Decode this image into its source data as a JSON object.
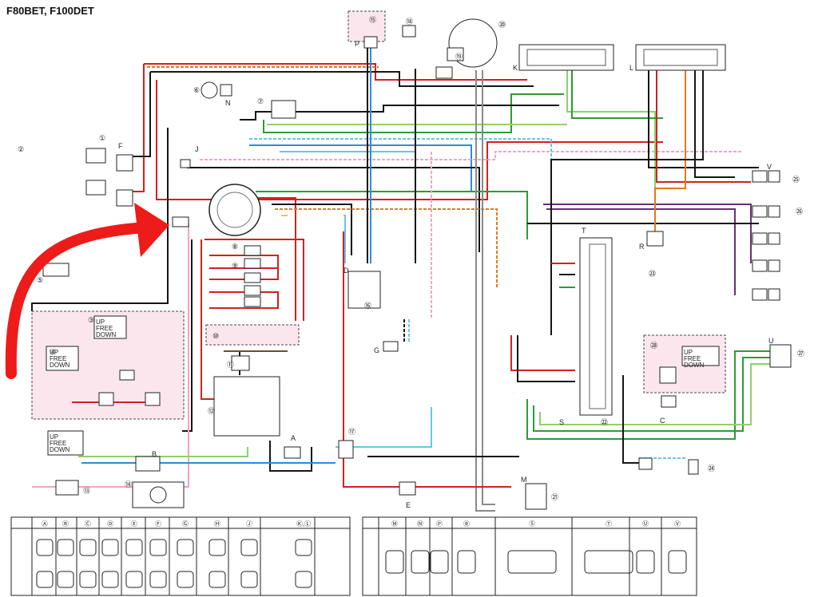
{
  "title": "F80BET, F100DET",
  "colors": {
    "red": "#d42020",
    "orange": "#e07a20",
    "black": "#151515",
    "green": "#2f9a35",
    "lightgreen": "#8fd06a",
    "blue": "#2f8ad8",
    "sky": "#66c6ea",
    "pink": "#f2a3c8",
    "purple": "#6a2f78",
    "brown": "#7b4a20",
    "gray": "#8a8a8a",
    "yellow": "#e8c928",
    "zone": "#fbe6ee",
    "arrow": "#ee1b1b"
  },
  "switch_table_rows": [
    "UP",
    "FREE",
    "DOWN"
  ],
  "connector_table_left": [
    "Ⓐ",
    "Ⓑ",
    "Ⓒ",
    "Ⓓ",
    "Ⓔ",
    "Ⓕ",
    "Ⓖ",
    "Ⓗ",
    "Ⓙ",
    "Ⓚ,Ⓛ"
  ],
  "connector_table_right": [
    "Ⓜ",
    "Ⓝ",
    "Ⓟ",
    "Ⓡ",
    "Ⓢ",
    "Ⓣ",
    "Ⓤ",
    "Ⓥ"
  ],
  "component_numbers": [
    "①",
    "②",
    "③",
    "④",
    "⑤",
    "⑥",
    "⑦",
    "⑧",
    "⑨",
    "⑩",
    "⑪",
    "⑫",
    "⑬",
    "⑭",
    "⑮",
    "⑯",
    "⑰",
    "⑱",
    "⑲",
    "⑳",
    "㉑",
    "㉒",
    "㉓",
    "㉔",
    "㉕",
    "㉖",
    "㉗",
    "㉘"
  ],
  "connector_letters": [
    "A",
    "B",
    "C",
    "D",
    "E",
    "F",
    "G",
    "J",
    "K",
    "L",
    "M",
    "N",
    "P",
    "R",
    "S",
    "T",
    "U",
    "V"
  ]
}
